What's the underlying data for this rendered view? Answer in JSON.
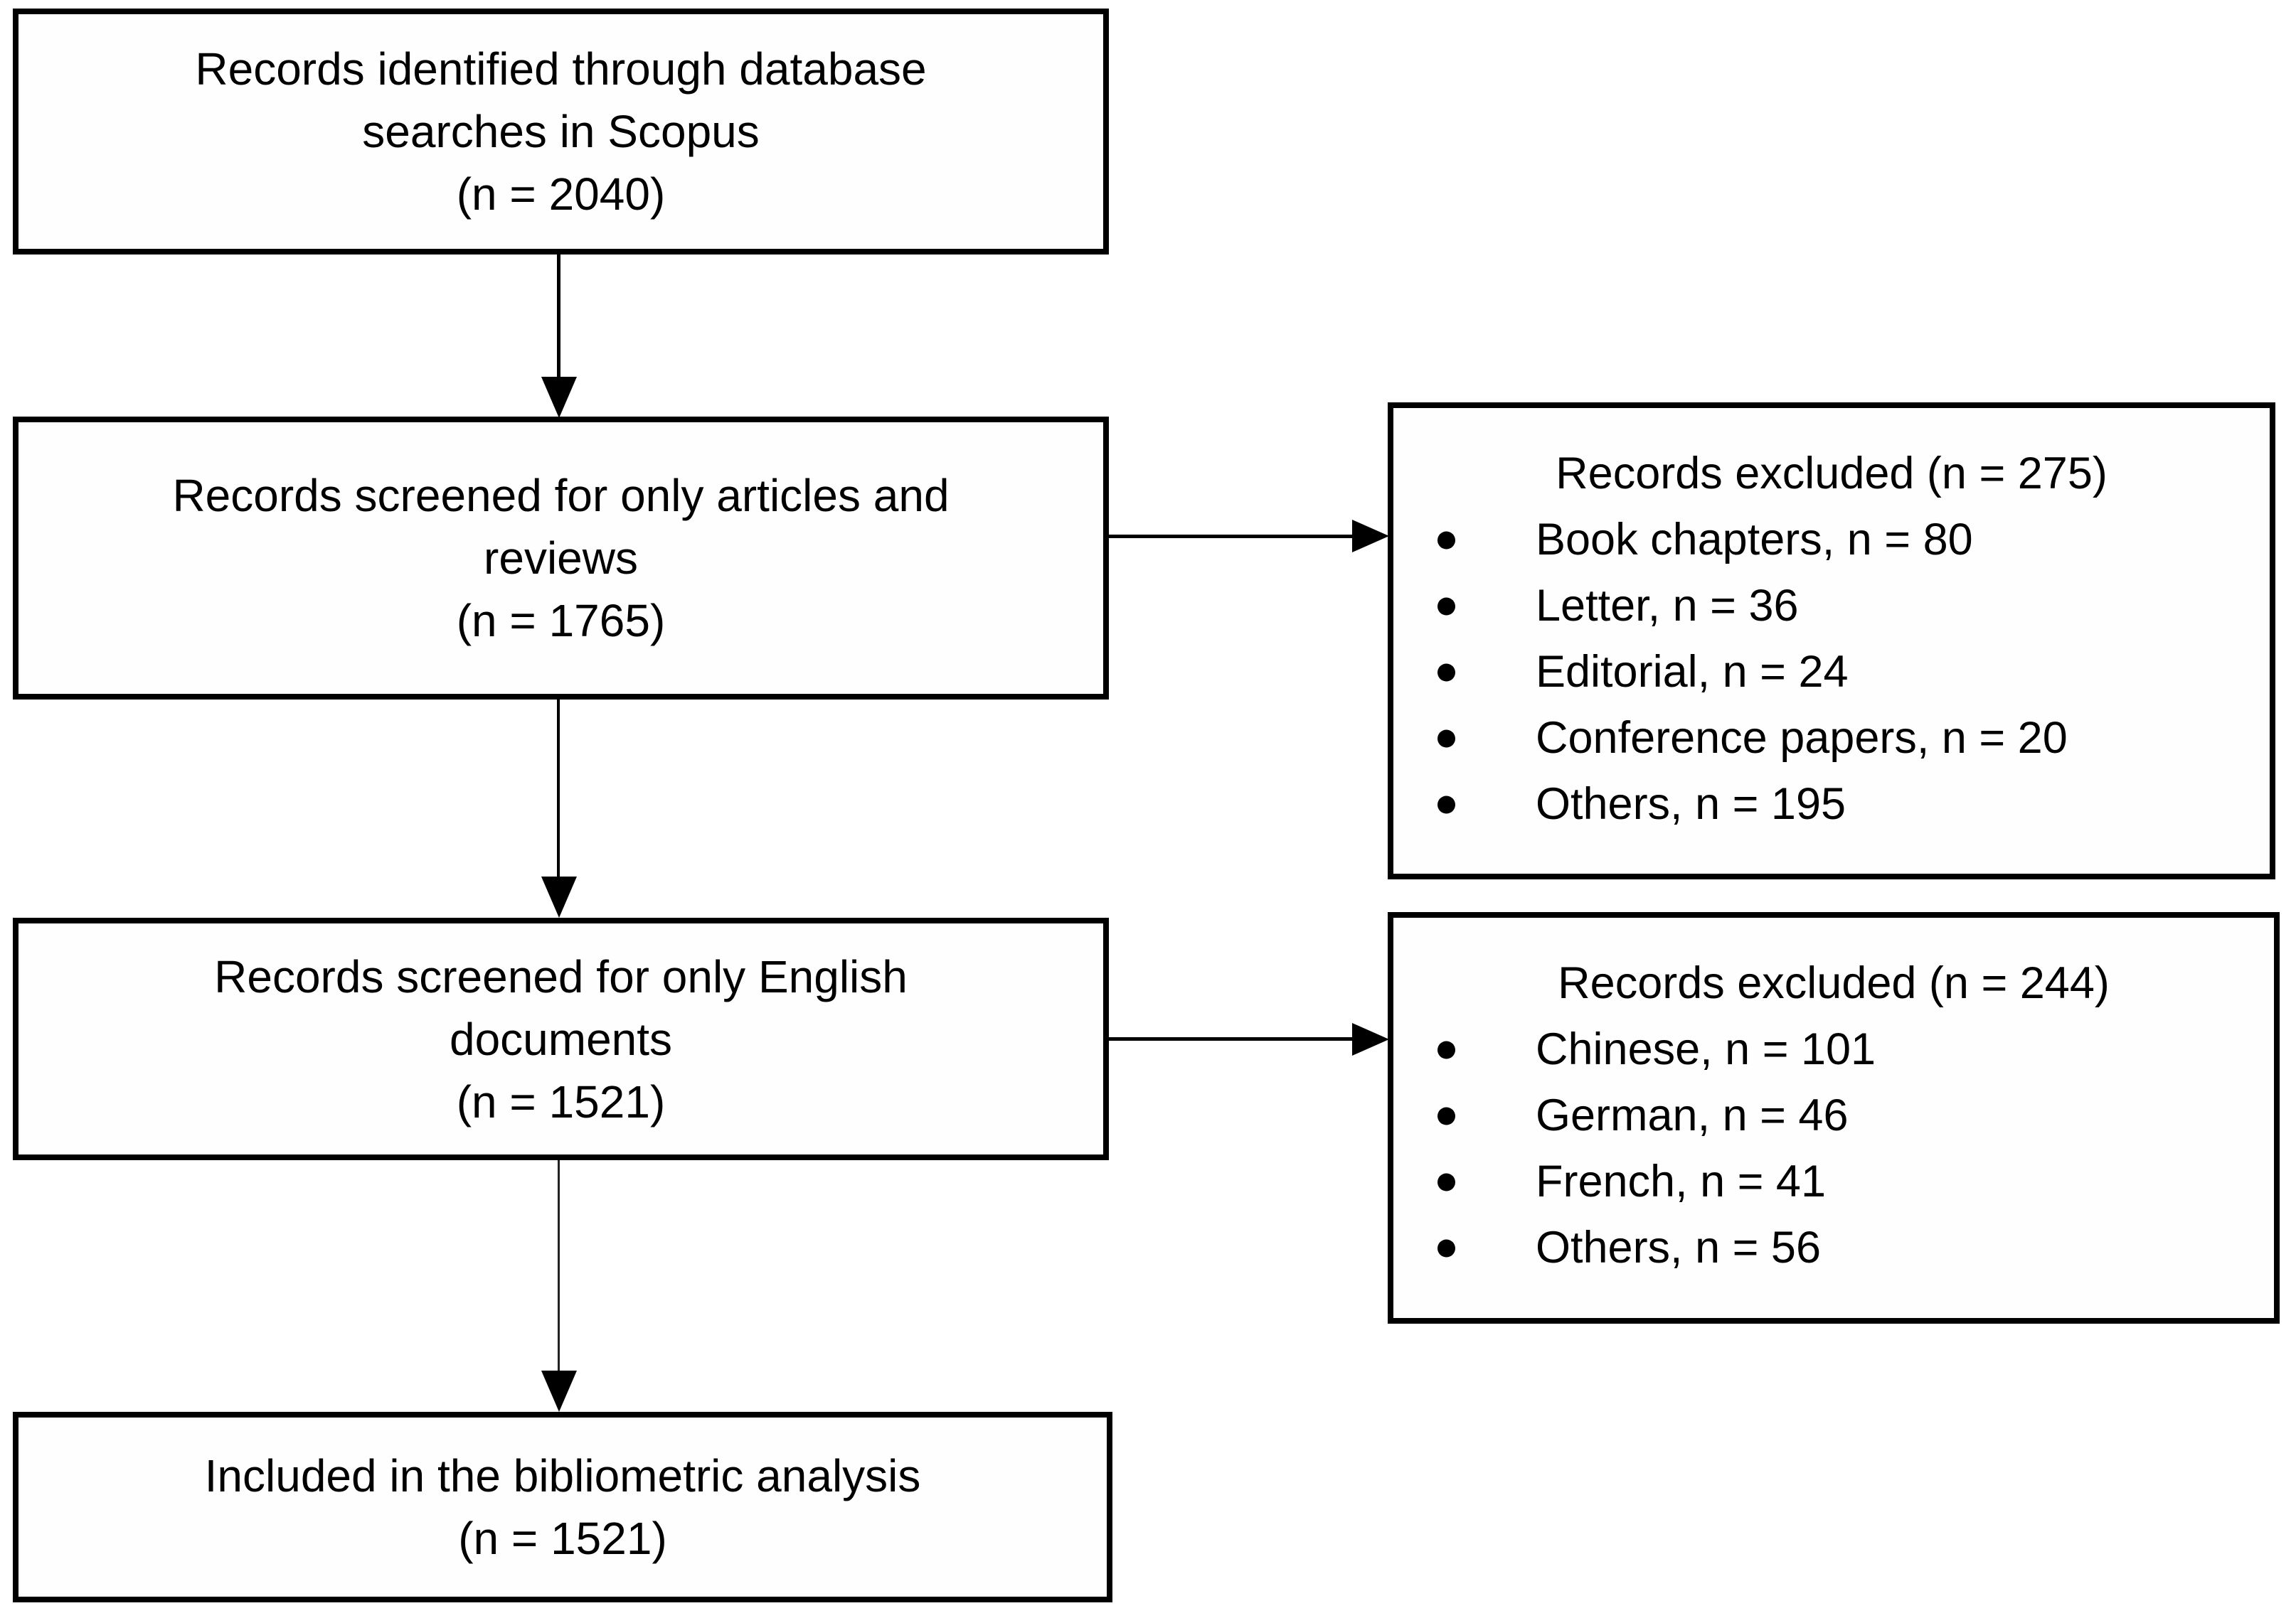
{
  "colors": {
    "background": "#ffffff",
    "line": "#000000",
    "text": "#000000"
  },
  "boxes": {
    "identified": {
      "lines": [
        "Records identified through database",
        "searches in Scopus",
        "(n = 2040)"
      ]
    },
    "screened_articles": {
      "lines": [
        "Records screened for only articles and",
        "reviews",
        "(n = 1765)"
      ]
    },
    "excluded_articles": {
      "title": "Records excluded (n = 275)",
      "items": [
        "Book chapters, n = 80",
        "Letter, n = 36",
        "Editorial, n = 24",
        "Conference papers, n = 20",
        "Others, n = 195"
      ]
    },
    "screened_english": {
      "lines": [
        "Records screened for only English",
        "documents",
        "(n = 1521)"
      ]
    },
    "excluded_language": {
      "title": "Records excluded (n = 244)",
      "items": [
        "Chinese, n = 101",
        "German, n = 46",
        "French, n = 41",
        "Others, n = 56"
      ]
    },
    "included": {
      "lines": [
        "Included in the bibliometric analysis",
        "(n = 1521)"
      ]
    }
  }
}
